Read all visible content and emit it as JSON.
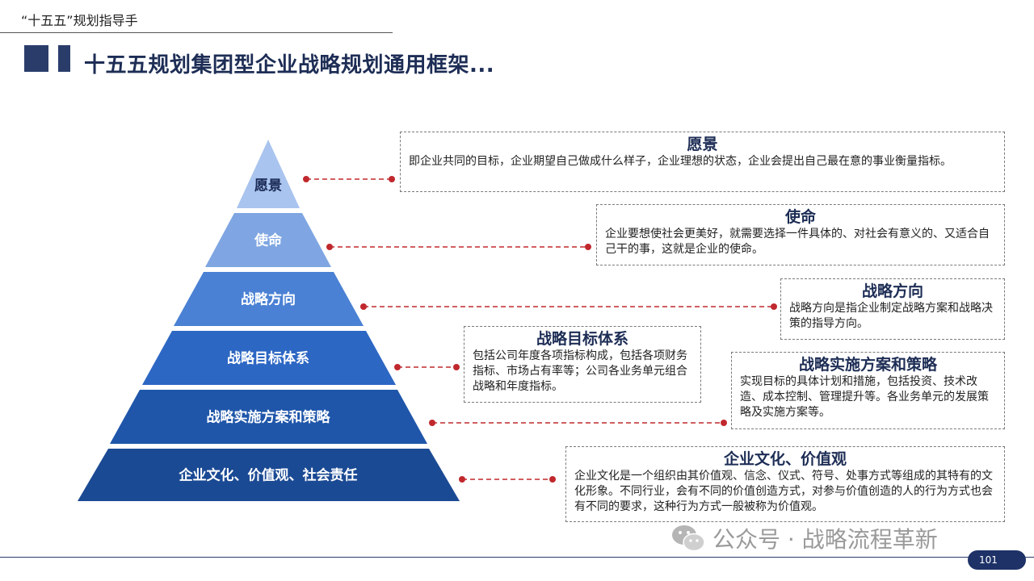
{
  "header": {
    "small_title": "“十五五”规划指导手",
    "main_title": "十五五规划集团型企业战略规划通用框架..."
  },
  "pyramid": {
    "levels": [
      {
        "label": "愿景",
        "color": "#a9c4ee"
      },
      {
        "label": "使命",
        "color": "#7fa6e2"
      },
      {
        "label": "战略方向",
        "color": "#4a81d4"
      },
      {
        "label": "战略目标体系",
        "color": "#2d67c4"
      },
      {
        "label": "战略实施方案和策略",
        "color": "#1f56aa"
      },
      {
        "label": "企业文化、价值观、社会责任",
        "color": "#1b4a94"
      }
    ]
  },
  "boxes": [
    {
      "title": "愿景",
      "text": "即企业共同的目标，企业期望自己做成什么样子，企业理想的状态，企业会提出自己最在意的事业衡量指标。"
    },
    {
      "title": "使命",
      "text": "企业要想使社会更美好，就需要选择一件具体的、对社会有意义的、又适合自己干的事，这就是企业的使命。"
    },
    {
      "title": "战略方向",
      "text": "战略方向是指企业制定战略方案和战略决策的指导方向。"
    },
    {
      "title": "战略目标体系",
      "text": "包括公司年度各项指标构成，包括各项财务指标、市场占有率等；公司各业务单元组合战略和年度指标。"
    },
    {
      "title": "战略实施方案和策略",
      "text": "实现目标的具体计划和措施，包括投资、技术改造、成本控制、管理提升等。各业务单元的发展策略及实施方案等。"
    },
    {
      "title": "企业文化、价值观",
      "text": "企业文化是一个组织由其价值观、信念、仪式、符号、处事方式等组成的其特有的文化形象。不同行业，会有不同的价值创造方式，对参与价值创造的人的行为方式也会有不同的要求，这种行为方式一般被称为价值观。"
    }
  ],
  "connector_color": "#c0282d",
  "footer": {
    "watermark": "公众号 · 战略流程革新",
    "page_number": "101"
  }
}
